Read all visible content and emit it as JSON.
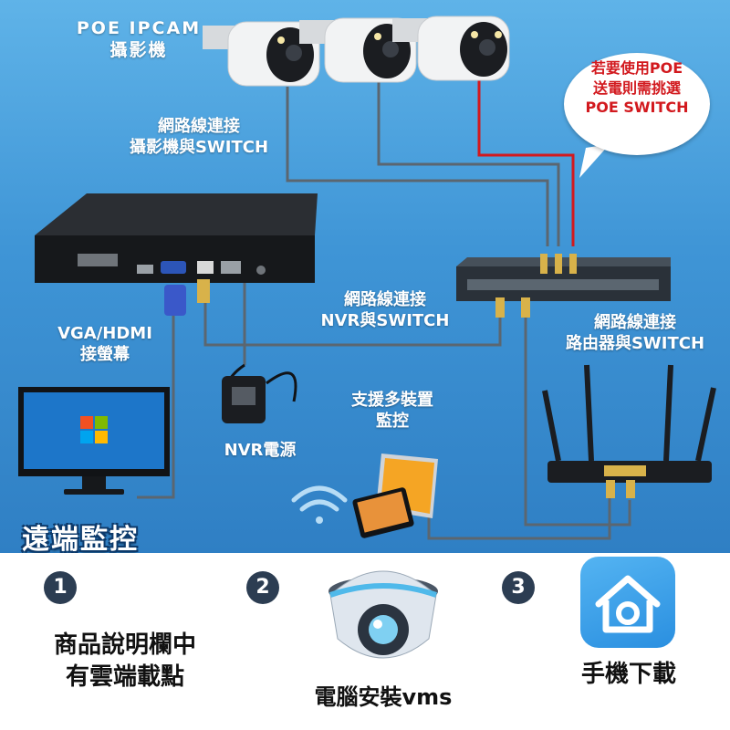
{
  "labels": {
    "camera": "POE IPCAM\n攝影機",
    "cable_cam_switch": "網路線連接\n攝影機與SWITCH",
    "cable_nvr_switch": "網路線連接\nNVR與SWITCH",
    "cable_router_switch": "網路線連接\n路由器與SWITCH",
    "vga_hdmi": "VGA/HDMI\n接螢幕",
    "nvr_power": "NVR電源",
    "multi_device": "支援多裝置\n監控"
  },
  "callout": {
    "text": "若要使用POE\n送電則需挑選\nPOE SWITCH"
  },
  "remote_title": "遠端監控",
  "steps": [
    {
      "number": "1",
      "text": "商品說明欄中\n有雲端載點"
    },
    {
      "number": "2",
      "text": "電腦安裝vms"
    },
    {
      "number": "3",
      "text": "手機下載"
    }
  ],
  "colors": {
    "cable": "#5b6670",
    "poe_cable": "#d2191e",
    "callout_text": "#d2191e",
    "number_badge": "#2c3d52"
  }
}
